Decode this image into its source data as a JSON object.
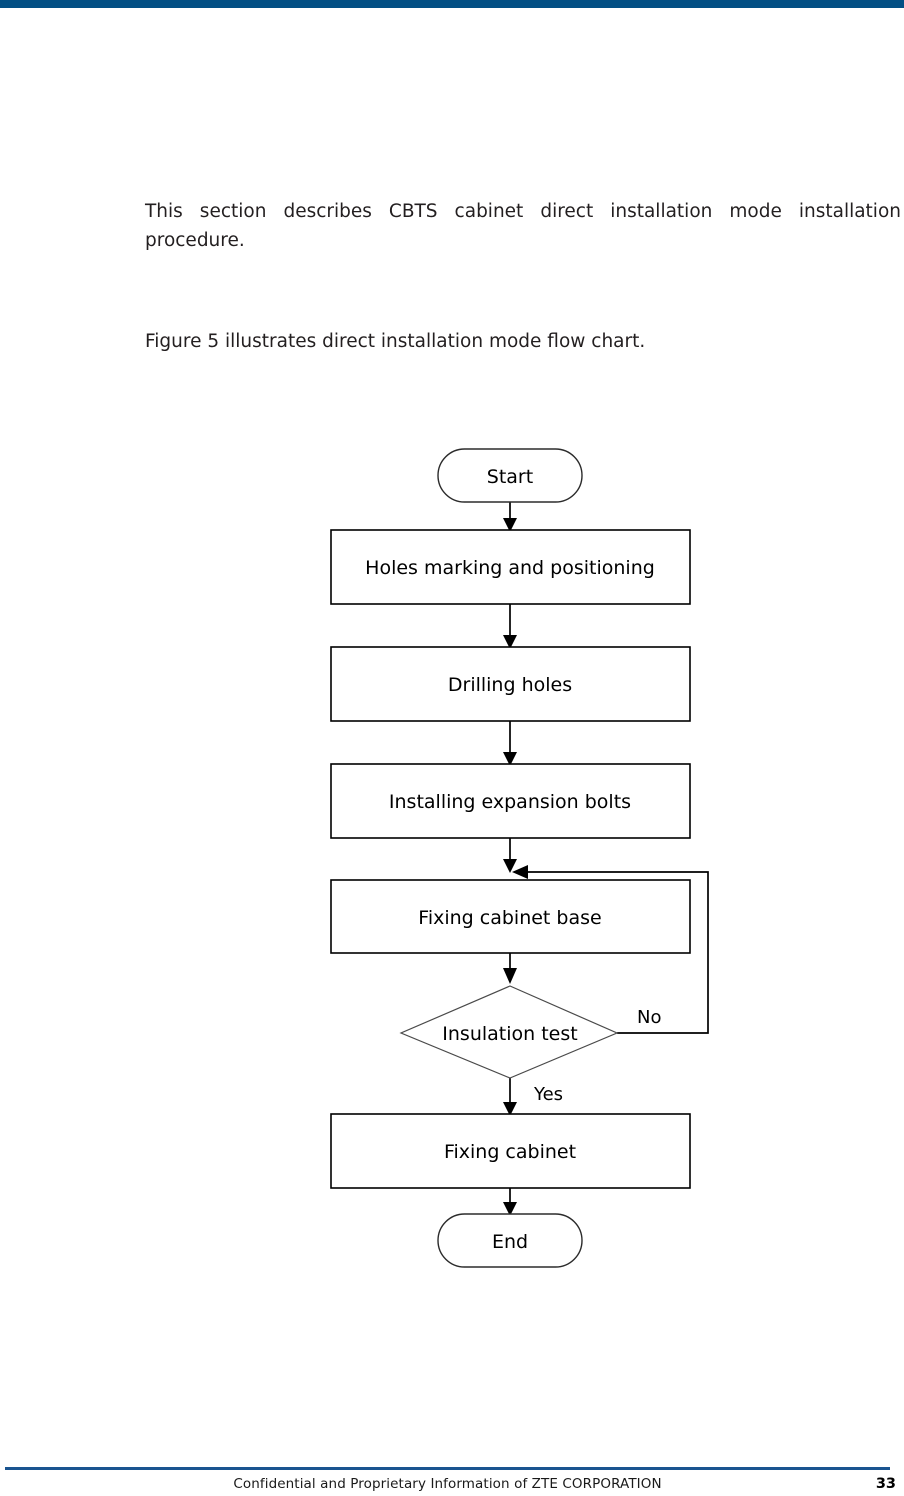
{
  "page": {
    "top_rule_color": "#034f84",
    "footer_rule_color": "#1a5490",
    "background": "#ffffff"
  },
  "body": {
    "paragraph_1": "This section describes CBTS cabinet direct installation mode installation procedure.",
    "paragraph_2": "Figure 5 illustrates direct installation mode flow chart."
  },
  "flowchart": {
    "nodes": {
      "start": "Start",
      "step_1": "Holes marking and positioning",
      "step_2": "Drilling holes",
      "step_3": "Installing expansion bolts",
      "step_4": "Fixing cabinet base",
      "decision": "Insulation test",
      "step_5": "Fixing cabinet",
      "end": "End"
    },
    "edge_labels": {
      "no": "No",
      "yes": "Yes"
    }
  },
  "footer": {
    "text": "Confidential and Proprietary Information of ZTE CORPORATION",
    "page_number": "33"
  }
}
